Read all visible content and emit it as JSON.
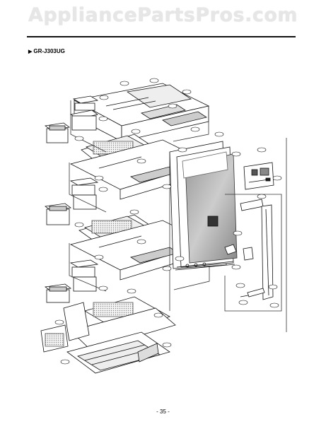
{
  "header": {
    "watermark": "AppliancePartsPros.com",
    "model": "GR-J303UG",
    "marker": "▶"
  },
  "footer": {
    "page": "- 35 -"
  },
  "colors": {
    "line": "#111111",
    "watermark": "#e6e6e6",
    "door_shade": "#777777"
  }
}
